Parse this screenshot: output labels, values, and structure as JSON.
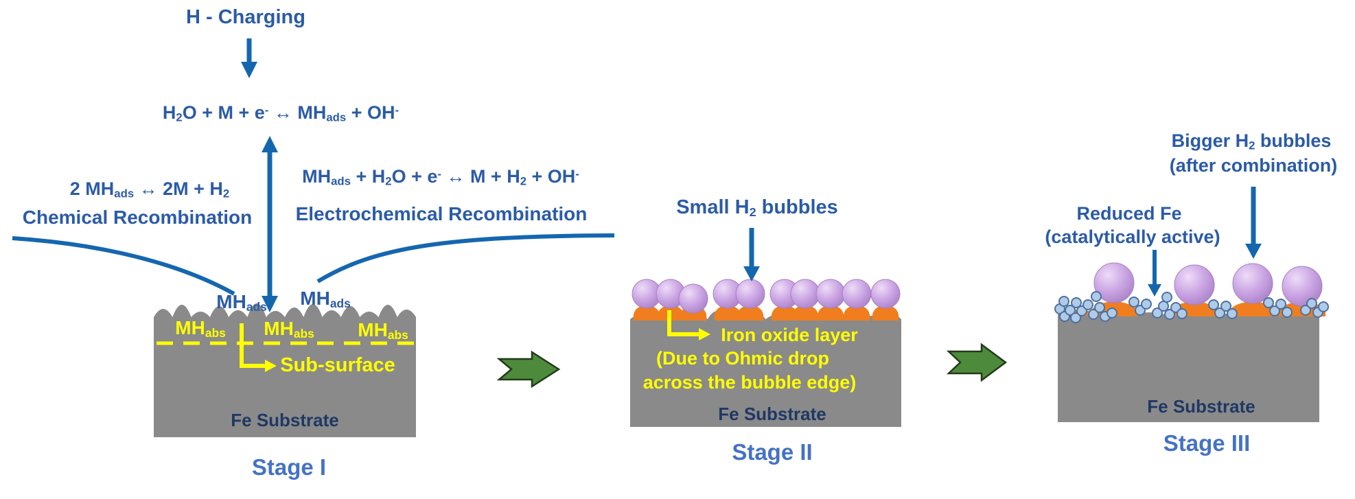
{
  "colors": {
    "text_blue": "#2B5BA7",
    "arrow_blue": "#1467AF",
    "stage_blue": "#4472C4",
    "navy": "#1F3864",
    "yellow": "#FFFF00",
    "substrate_gray": "#8A8A8A",
    "oxide_orange": "#F07E1E",
    "bubble_light": "#EEDCF8",
    "bubble_mid": "#C9A3E2",
    "bubble_dark": "#A77FC6",
    "dot_fill": "#AECBE8",
    "dot_stroke": "#4F6F9D",
    "green_arrow": "#4E8A3C",
    "green_arrow_stroke": "#233A1A"
  },
  "header": {
    "title": "H - Charging",
    "main_equation": "H~2~O + M + e^-^ ↔ MH~ads~ + OH^-^"
  },
  "left_reaction": {
    "equation": "2 MH~ads~ ↔ 2M + H~2~",
    "label": "Chemical Recombination"
  },
  "right_reaction": {
    "equation": "MH~ads~ + H~2~O + e^-^ ↔ M + H~2~ + OH^-^",
    "label": "Electrochemical Recombination"
  },
  "stage1": {
    "ads_label": "MH~ads~",
    "abs_label": "MH~abs~",
    "sub_surface_label": "Sub-surface",
    "substrate_label": "Fe Substrate",
    "stage_label": "Stage I"
  },
  "stage2": {
    "bubbles_label": "Small H~2~ bubbles",
    "oxide_line1": "Iron oxide layer",
    "oxide_line2": "(Due to Ohmic drop",
    "oxide_line3": "across the bubble edge)",
    "substrate_label": "Fe Substrate",
    "stage_label": "Stage II"
  },
  "stage3": {
    "bubbles_line1": "Bigger H~2~ bubbles",
    "bubbles_line2": "(after combination)",
    "reduced_line1": "Reduced Fe",
    "reduced_line2": "(catalytically active)",
    "substrate_label": "Fe Substrate",
    "stage_label": "Stage III"
  }
}
